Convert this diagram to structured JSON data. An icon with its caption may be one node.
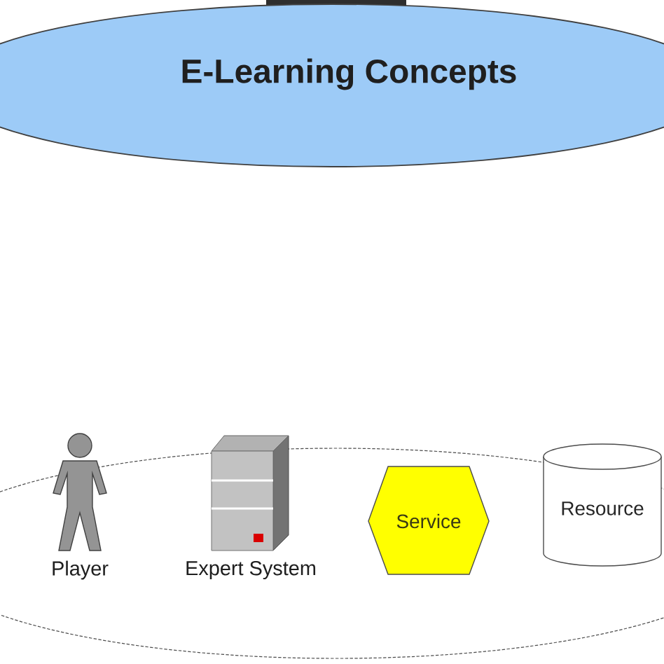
{
  "diagram": {
    "nodes": [
      {
        "text": [
          "E-Learning Concepts"
        ]
      },
      {
        "text": [],
        "shape": "person",
        "beside": [
          "Player"
        ]
      },
      {
        "text": [],
        "shape": "picture",
        "beside": [
          "Expert System"
        ]
      },
      {
        "text": [
          "Service"
        ]
      },
      {
        "text": [
          "Resource"
        ]
      }
    ]
  }
}
